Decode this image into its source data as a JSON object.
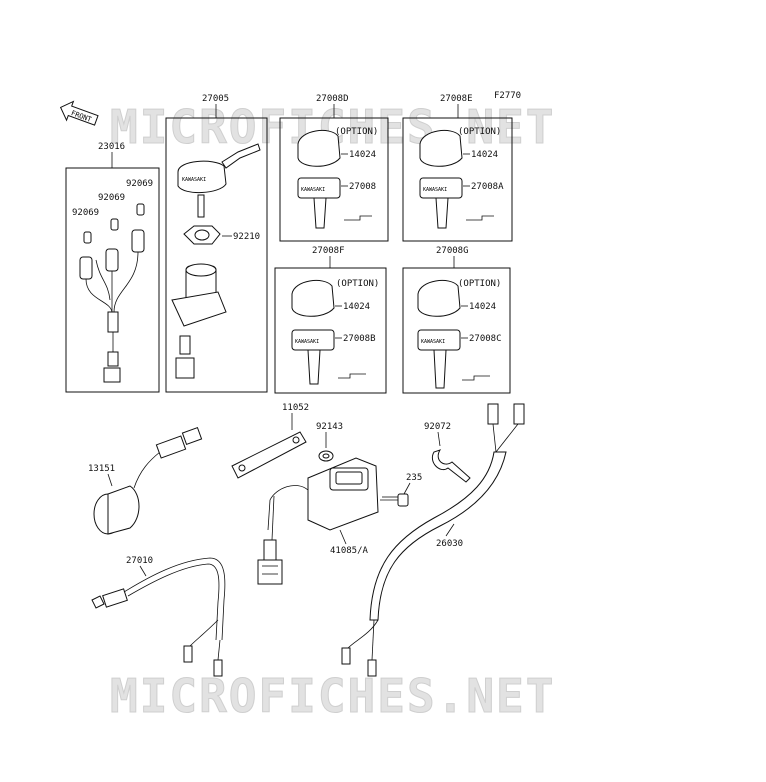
{
  "figure_code": "F2770",
  "watermark": "MICROFICHES.NET",
  "front_label": "FRONT",
  "option_label": "(OPTION)",
  "parts": {
    "p23016": "23016",
    "p27005": "27005",
    "p27008D": "27008D",
    "p27008E": "27008E",
    "p27008F": "27008F",
    "p27008G": "27008G",
    "p92069": "92069",
    "p92210": "92210",
    "p14024": "14024",
    "p27008": "27008",
    "p27008A": "27008A",
    "p27008B": "27008B",
    "p27008C": "27008C",
    "p11052": "11052",
    "p92143": "92143",
    "p92072": "92072",
    "p13151": "13151",
    "p235": "235",
    "p41085A": "41085/A",
    "p26030": "26030",
    "p27010": "27010"
  },
  "key_brand": "KAWASAKI"
}
